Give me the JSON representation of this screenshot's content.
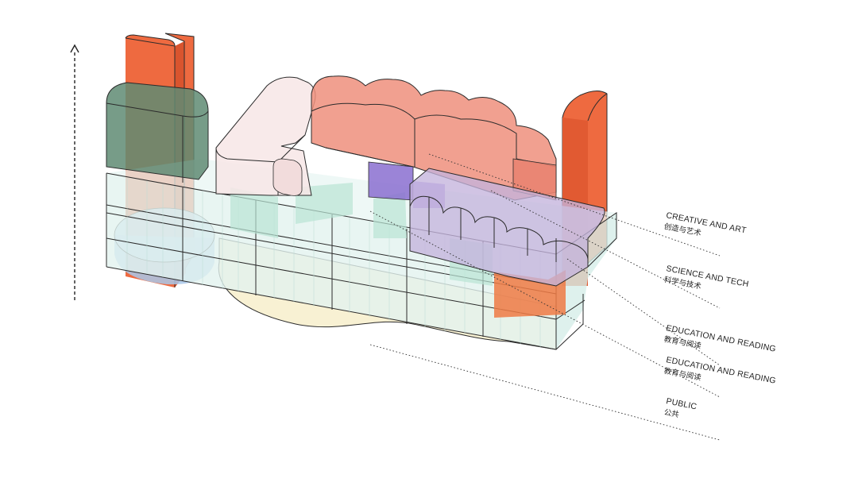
{
  "colors": {
    "tower_orange": "#ee6a40",
    "block_green": "#5f8b73",
    "cloud_pink": "#ef8f7d",
    "pill_pink": "#f7e6e6",
    "glass": "#e8f6f3",
    "mint": "#b9e4d4",
    "lavender": "#c4b3dc",
    "purple": "#8a6fd0",
    "blue": "#a9c8ea",
    "cream": "#f6edc8",
    "line": "#2b2b2b"
  },
  "labels": [
    {
      "en": "CREATIVE AND ART",
      "zh": "创造与艺术"
    },
    {
      "en": "SCIENCE AND TECH",
      "zh": "科学与技术"
    },
    {
      "en": "EDUCATION AND READING",
      "zh": "教育与阅读"
    },
    {
      "en": "EDUCATION AND READING",
      "zh": "教育与阅读"
    },
    {
      "en": "PUBLIC",
      "zh": "公共"
    }
  ]
}
